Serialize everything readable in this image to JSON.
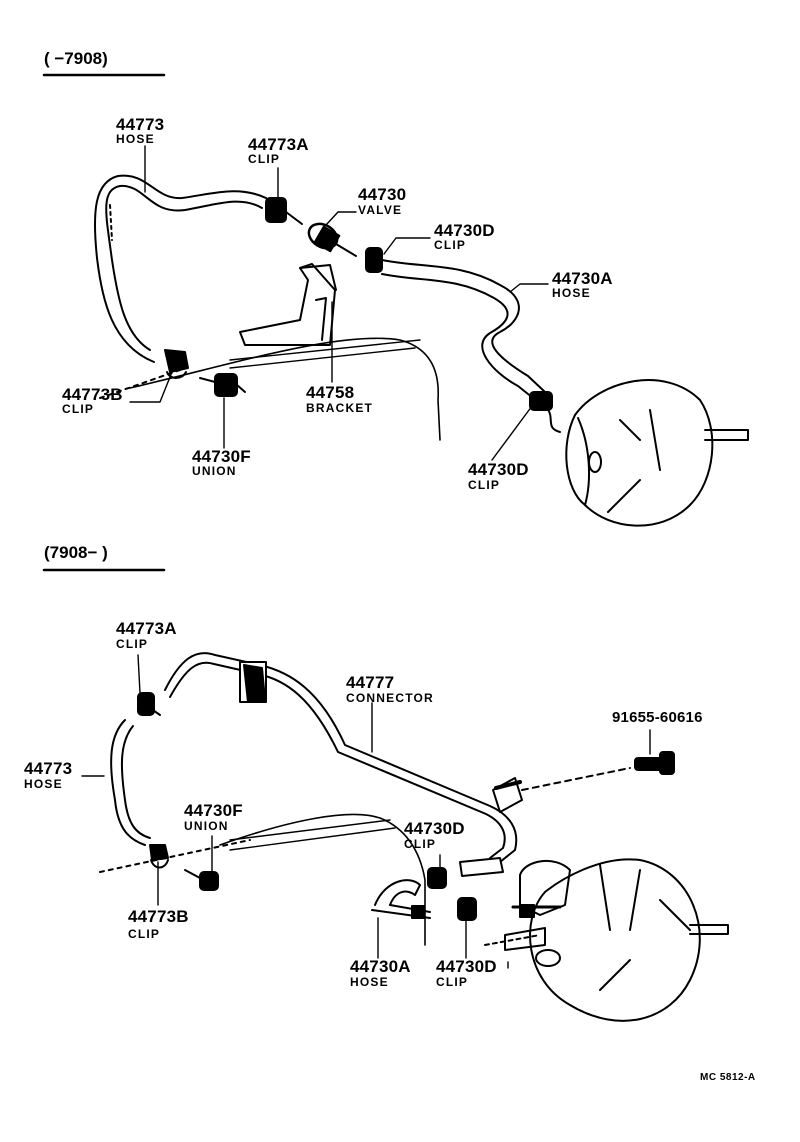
{
  "sections": [
    {
      "period": "(     −7908)"
    },
    {
      "period": "(7908−       )"
    }
  ],
  "top": {
    "hose_44773": {
      "part": "44773",
      "name": "HOSE"
    },
    "clip_44773a": {
      "part": "44773A",
      "name": "CLIP"
    },
    "valve_44730": {
      "part": "44730",
      "name": "VALVE"
    },
    "clip_44730d_a": {
      "part": "44730D",
      "name": "CLIP"
    },
    "hose_44730a": {
      "part": "44730A",
      "name": "HOSE"
    },
    "clip_44773b": {
      "part": "44773B",
      "name": "CLIP"
    },
    "bracket_44758": {
      "part": "44758",
      "name": "BRACKET"
    },
    "union_44730f": {
      "part": "44730F",
      "name": "UNION"
    },
    "clip_44730d_b": {
      "part": "44730D",
      "name": "CLIP"
    }
  },
  "bottom": {
    "clip_44773a": {
      "part": "44773A",
      "name": "CLIP"
    },
    "connector_44777": {
      "part": "44777",
      "name": "CONNECTOR"
    },
    "bolt_91655": {
      "part": "91655-60616"
    },
    "hose_44773": {
      "part": "44773",
      "name": "HOSE"
    },
    "union_44730f": {
      "part": "44730F",
      "name": "UNION"
    },
    "clip_44730d_a": {
      "part": "44730D",
      "name": "CLIP"
    },
    "clip_44773b": {
      "part": "44773B",
      "name": "CLIP"
    },
    "hose_44730a": {
      "part": "44730A",
      "name": "HOSE"
    },
    "clip_44730d_b": {
      "part": "44730D",
      "name": "CLIP"
    }
  },
  "footer": {
    "code": "MC  5812-A"
  }
}
